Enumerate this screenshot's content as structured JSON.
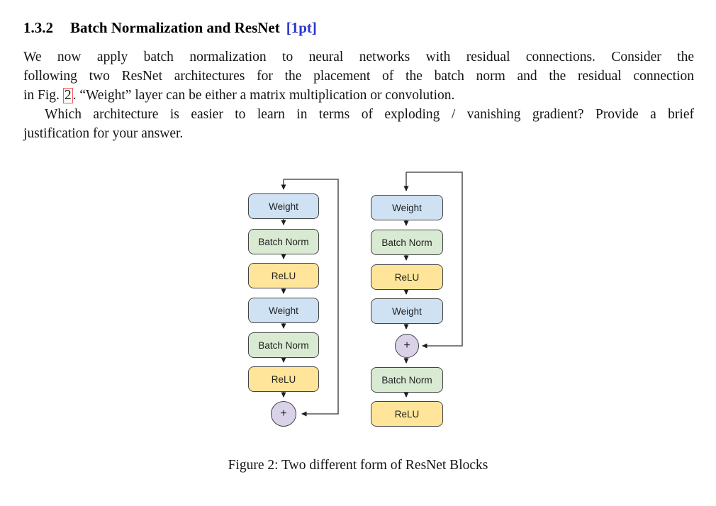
{
  "heading": {
    "number": "1.3.2",
    "title": "Batch Normalization and ResNet",
    "points": "[1pt]",
    "points_color": "#2936cf"
  },
  "paragraph": {
    "line1": "We now apply batch normalization to neural networks with residual connections.  Consider the",
    "line2": "following two ResNet architectures for the placement of the batch norm and the residual connection",
    "line3_prefix": "in Fig.",
    "line3_ref": "2",
    "line3_suffix": ".  “Weight” layer can be either a matrix multiplication or convolution.",
    "line4": "Which architecture is easier to learn in terms of exploding / vanishing gradient? Provide a brief",
    "line5": "justification for your answer."
  },
  "figure": {
    "caption": "Figure 2: Two different form of ResNet Blocks",
    "colors": {
      "weight_fill": "#cfe2f3",
      "batchnorm_fill": "#d9ead3",
      "relu_fill": "#ffe599",
      "sum_fill": "#d9d2e9",
      "node_border": "#434343",
      "line": "#565656"
    },
    "left_block": {
      "nodes": [
        "Weight",
        "Batch Norm",
        "ReLU",
        "Weight",
        "Batch Norm",
        "ReLU",
        "+"
      ]
    },
    "right_block": {
      "nodes": [
        "Weight",
        "Batch Norm",
        "ReLU",
        "Weight",
        "+",
        "Batch Norm",
        "ReLU"
      ]
    }
  }
}
